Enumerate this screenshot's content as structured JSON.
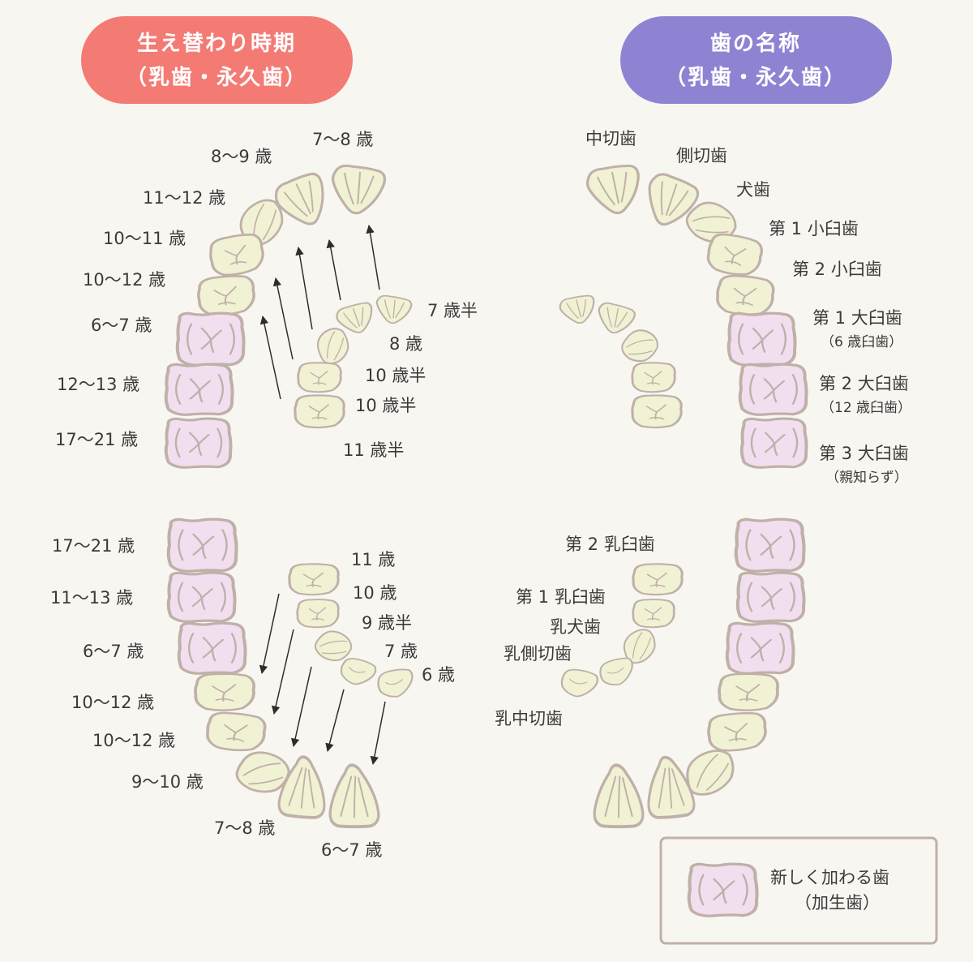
{
  "colors": {
    "background": "#f8f6f1",
    "pill_left": "#f47a74",
    "pill_right": "#8e83d3",
    "primary_tooth": "#f1f1d4",
    "added_tooth": "#f1dff0",
    "tooth_outline": "#bfb0a8",
    "legend_border": "#bfb0a8"
  },
  "headers": {
    "left": {
      "line1": "生え替わり時期",
      "line2": "（乳歯・永久歯）"
    },
    "right": {
      "line1": "歯の名称",
      "line2": "（乳歯・永久歯）"
    }
  },
  "upper_left_permanent": {
    "central": "7〜8 歳",
    "lateral": "8〜9 歳",
    "canine": "11〜12 歳",
    "premolar1": "10〜11 歳",
    "premolar2": "10〜12 歳",
    "molar1": "6〜7 歳",
    "molar2": "12〜13 歳",
    "molar3": "17〜21 歳"
  },
  "upper_left_primary": {
    "central": "7 歳半",
    "lateral": "8 歳",
    "canine": "10 歳半",
    "molar1": "10 歳半",
    "molar2": "11 歳半"
  },
  "lower_left_permanent": {
    "molar3": "17〜21 歳",
    "molar2": "11〜13 歳",
    "molar1": "6〜7 歳",
    "premolar2": "10〜12 歳",
    "premolar1": "10〜12 歳",
    "canine": "9〜10 歳",
    "lateral": "7〜8 歳",
    "central": "6〜7 歳"
  },
  "lower_left_primary": {
    "molar2": "11 歳",
    "molar1": "10 歳",
    "canine": "9 歳半",
    "lateral": "7 歳",
    "central": "6 歳"
  },
  "names_permanent": {
    "central": "中切歯",
    "lateral": "側切歯",
    "canine": "犬歯",
    "premolar1": "第 1 小臼歯",
    "premolar2": "第 2 小臼歯",
    "molar1": "第 1 大臼歯",
    "molar1_note": "（6 歳臼歯）",
    "molar2": "第 2 大臼歯",
    "molar2_note": "（12 歳臼歯）",
    "molar3": "第 3 大臼歯",
    "molar3_note": "（親知らず）"
  },
  "names_primary": {
    "molar2": "第 2 乳臼歯",
    "molar1": "第 1 乳臼歯",
    "canine": "乳犬歯",
    "lateral": "乳側切歯",
    "central": "乳中切歯"
  },
  "legend": {
    "line1": "新しく加わる歯",
    "line2": "（加生歯）"
  }
}
